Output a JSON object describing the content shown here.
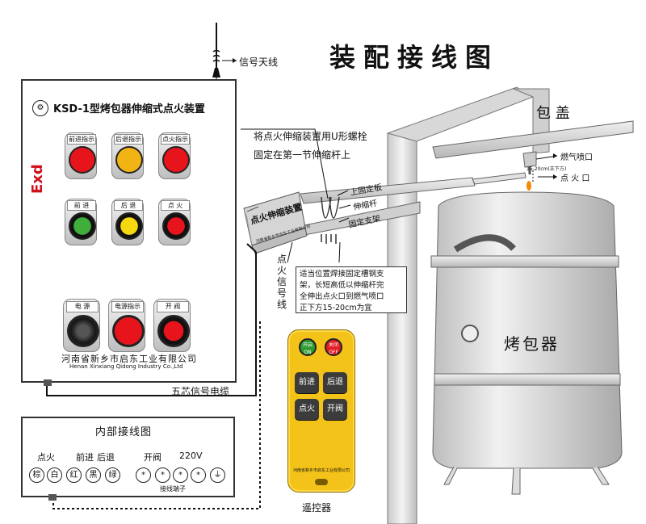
{
  "title": "装配接线图",
  "antenna_label": "信号天线",
  "cabinet": {
    "title": "KSD-1型烤包器伸缩式点火装置",
    "exd": "Exd",
    "row1": [
      {
        "name": "前进指示",
        "color": "#e8141c"
      },
      {
        "name": "后退指示",
        "color": "#f2b315"
      },
      {
        "name": "点火指示",
        "color": "#e8141c"
      }
    ],
    "row2": [
      {
        "name": "前 进",
        "color": "#3fae3a"
      },
      {
        "name": "后 退",
        "color": "#f5d80e"
      },
      {
        "name": "点 火",
        "color": "#e8141c"
      }
    ],
    "row3": [
      {
        "name": "电 源",
        "color": "#2a2a2a"
      },
      {
        "name": "电源指示",
        "color": "#e8141c"
      },
      {
        "name": "开 阀",
        "color": "#e8141c"
      }
    ],
    "company_cn": "河南省新乡市启东工业有限公司",
    "company_en": "Henan Xinxiang Qidong Industry Co.,Ltd"
  },
  "cable_label": "五芯信号电缆",
  "wiring": {
    "title": "内部接线图",
    "groups": [
      "点火",
      "前进",
      "后退",
      "开阀",
      "220V"
    ],
    "terminals": [
      "棕",
      "白",
      "红",
      "黑",
      "绿",
      "*",
      "*",
      "*",
      "*",
      ""
    ],
    "footer": "接线端子"
  },
  "annotation_top": [
    "将点火伸缩装置用U形螺栓",
    "固定在第一节伸缩杆上"
  ],
  "device": {
    "label": "点火伸缩装置",
    "maker": "河南省新乡市启东工业有限公司",
    "upper_plate": "上固定板",
    "rod": "伸缩杆",
    "bracket": "固定支架",
    "signal_line": "点火信号线"
  },
  "annotation_mid": [
    "适当位置焊接固定槽钢支",
    "架，长短高低以伸缩杆完",
    "全伸出点火口到燃气喷口",
    "正下方15-20cm为宜"
  ],
  "lid_label": "包 盖",
  "gas_label": "燃气喷口",
  "distance_label": "15-20cm(正下方)",
  "ignite_label": "点 火 口",
  "vessel_label": "烤包器",
  "remote": {
    "label": "遥控器",
    "on_cn": "开启",
    "on_en": "ON",
    "off_cn": "关闭",
    "off_en": "OFF",
    "keys": [
      "前进",
      "后退",
      "点火",
      "开阀"
    ],
    "maker": "河南省新乡市启东工业有限公司"
  },
  "colors": {
    "remote": "#f3c319",
    "steel": "#d9d9d9",
    "steel_dark": "#9a9a9a"
  }
}
